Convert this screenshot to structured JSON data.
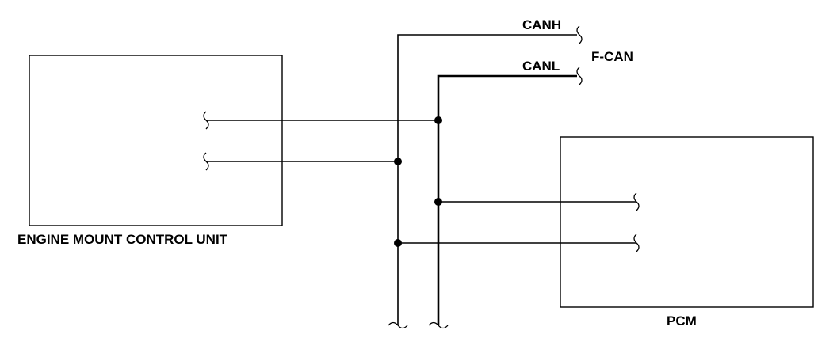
{
  "components": {
    "engine_mount_control_unit": "ENGINE MOUNT CONTROL UNIT",
    "pcm": "PCM"
  },
  "bus": {
    "name": "F-CAN",
    "canh": "CANH",
    "canl": "CANL"
  },
  "colors": {
    "line": "#000000",
    "background": "#ffffff"
  }
}
